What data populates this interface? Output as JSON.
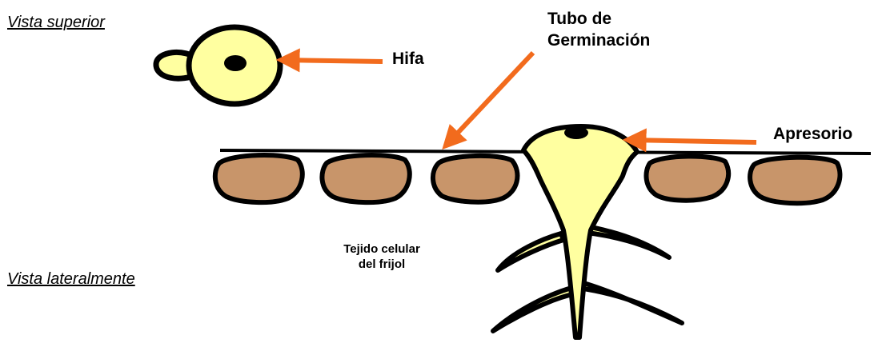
{
  "labels": {
    "top_view": "Vista superior",
    "side_view": "Vista lateralmente",
    "hypha": "Hifa",
    "germ_tube_line1": "Tubo de",
    "germ_tube_line2": "Germinación",
    "appressorium": "Apresorio",
    "tissue_line1": "Tejido celular",
    "tissue_line2": "del frijol"
  },
  "colors": {
    "fungus_fill": "#FFFFA0",
    "cell_fill": "#C8956A",
    "arrow": "#F26B1D",
    "outline": "#000000"
  }
}
